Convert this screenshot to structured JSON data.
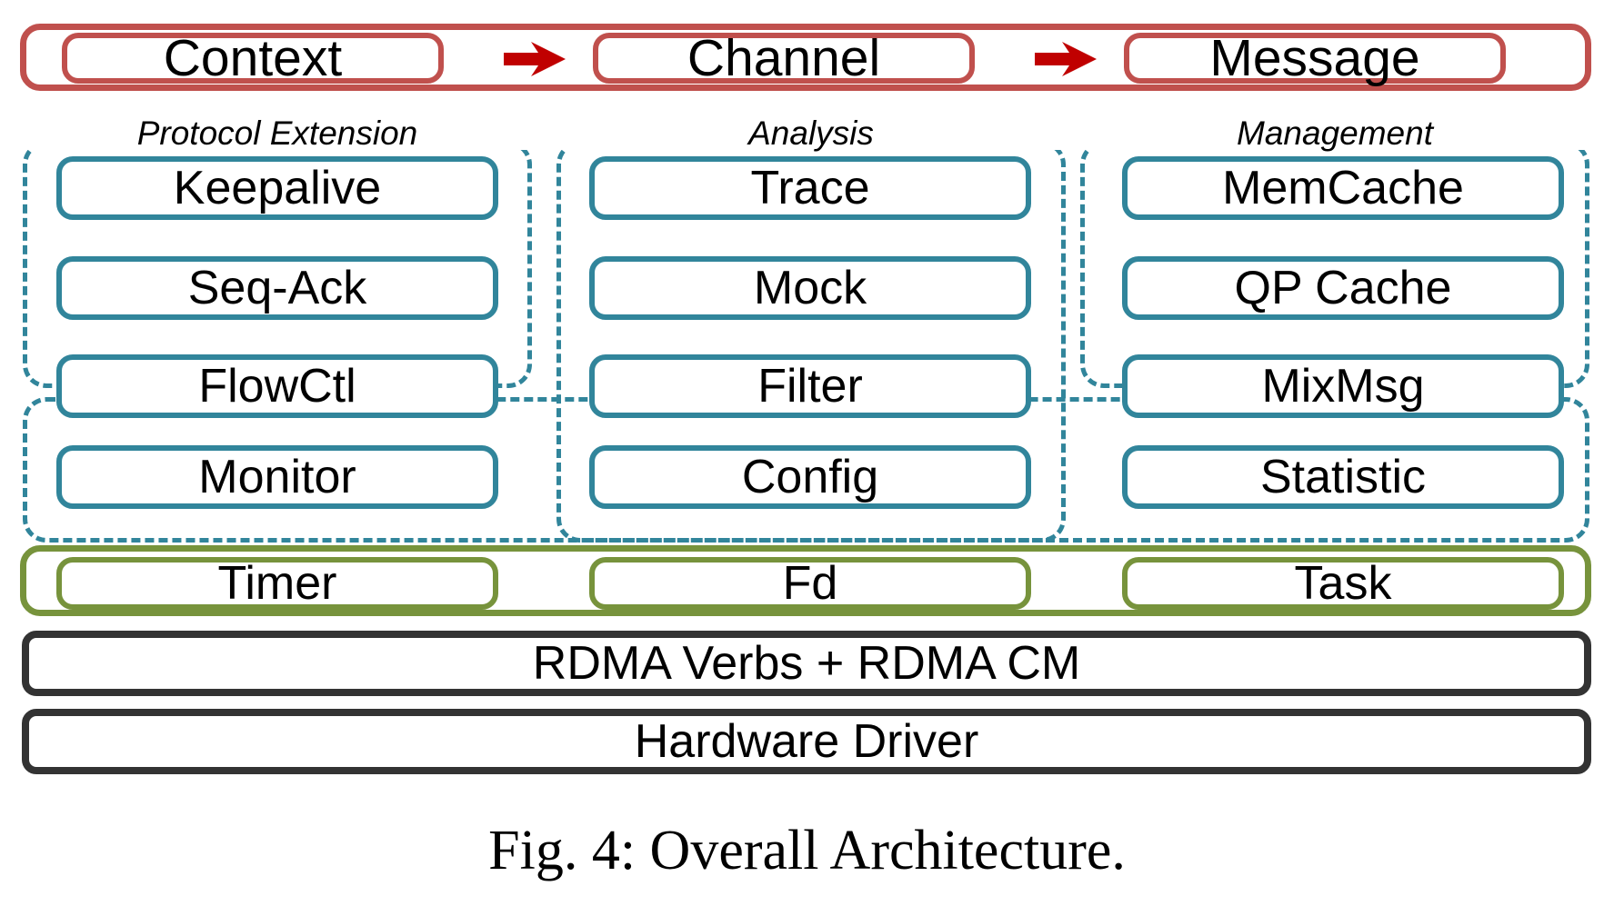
{
  "figure": {
    "caption": "Fig. 4: Overall Architecture.",
    "colors": {
      "red_container": "#C0504D",
      "red_arrow": "#C00000",
      "teal": "#31859B",
      "olive": "#77933C",
      "dark": "#333333",
      "background": "#ffffff"
    }
  },
  "flow_row": {
    "nodes": [
      {
        "label": "Context"
      },
      {
        "label": "Channel"
      },
      {
        "label": "Message"
      }
    ],
    "arrows": [
      {
        "name": "arrow-context-to-channel"
      },
      {
        "name": "arrow-channel-to-message"
      }
    ]
  },
  "groups": [
    {
      "name": "protocol-extension",
      "caption": "Protocol Extension",
      "nodes": [
        {
          "label": "Keepalive"
        },
        {
          "label": "Seq-Ack"
        },
        {
          "label": "FlowCtl"
        }
      ]
    },
    {
      "name": "analysis",
      "caption": "Analysis",
      "nodes": [
        {
          "label": "Trace"
        },
        {
          "label": "Mock"
        },
        {
          "label": "Filter"
        }
      ]
    },
    {
      "name": "management",
      "caption": "Management",
      "nodes": [
        {
          "label": "MemCache"
        },
        {
          "label": "QP Cache"
        },
        {
          "label": "MixMsg"
        }
      ]
    }
  ],
  "common_row": {
    "nodes": [
      {
        "label": "Monitor"
      },
      {
        "label": "Config"
      },
      {
        "label": "Statistic"
      }
    ]
  },
  "runtime_row": {
    "nodes": [
      {
        "label": "Timer"
      },
      {
        "label": "Fd"
      },
      {
        "label": "Task"
      }
    ]
  },
  "base_layers": [
    {
      "label": "RDMA Verbs + RDMA CM"
    },
    {
      "label": "Hardware Driver"
    }
  ]
}
